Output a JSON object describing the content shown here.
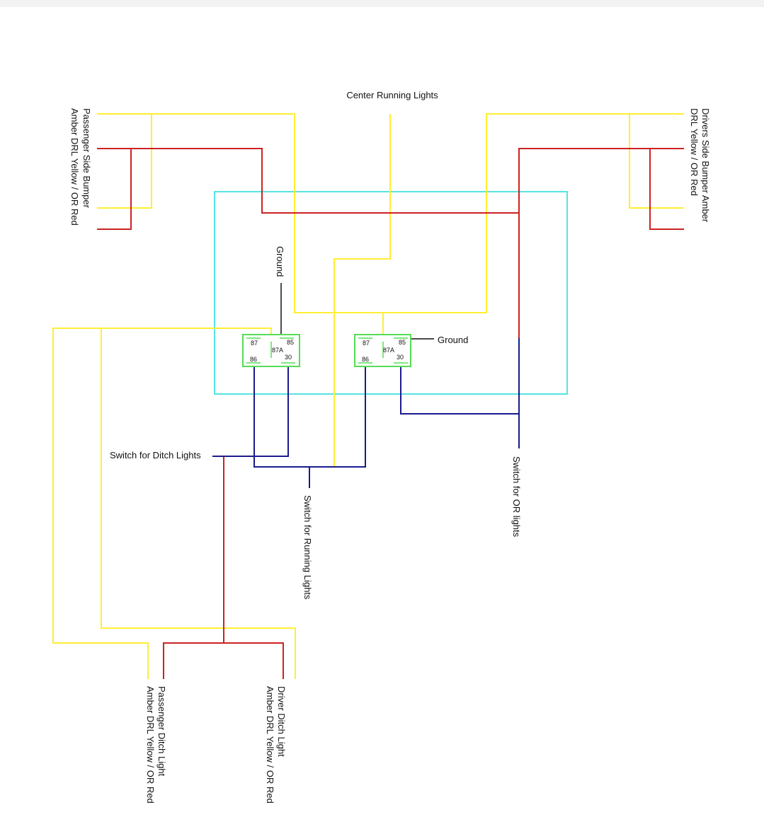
{
  "labels": {
    "center_running": "Center Running Lights",
    "passenger_bumper_1": "Passenger Side Bumper",
    "passenger_bumper_2": "Amber DRL Yellow / OR Red",
    "driver_bumper_1": "Drivers Side Bumper Amber",
    "driver_bumper_2": "DRL Yellow / OR Red",
    "ground_left": "Ground",
    "ground_right": "Ground",
    "switch_ditch": "Switch for Ditch Lights",
    "switch_running": "Switch for Running Lights",
    "switch_or": "Switch for OR lights",
    "passenger_ditch_1": "Passenger Ditch Light",
    "passenger_ditch_2": "Amber DRL Yellow / OR Red",
    "driver_ditch_1": "Driver Ditch Light",
    "driver_ditch_2": "Amber DRL Yellow / OR Red"
  },
  "relays": [
    {
      "name": "relay-left",
      "pins": {
        "p87": "87",
        "p85": "85",
        "p87a": "87A",
        "p86": "86",
        "p30": "30"
      }
    },
    {
      "name": "relay-right",
      "pins": {
        "p87": "87",
        "p85": "85",
        "p87a": "87A",
        "p86": "86",
        "p30": "30"
      }
    }
  ],
  "colors": {
    "yellow": "#ffee33",
    "red": "#cc2222",
    "blue": "#1a1a8c",
    "black": "#111111",
    "cyan": "#55e3e3",
    "relay_green": "#55dd55"
  }
}
